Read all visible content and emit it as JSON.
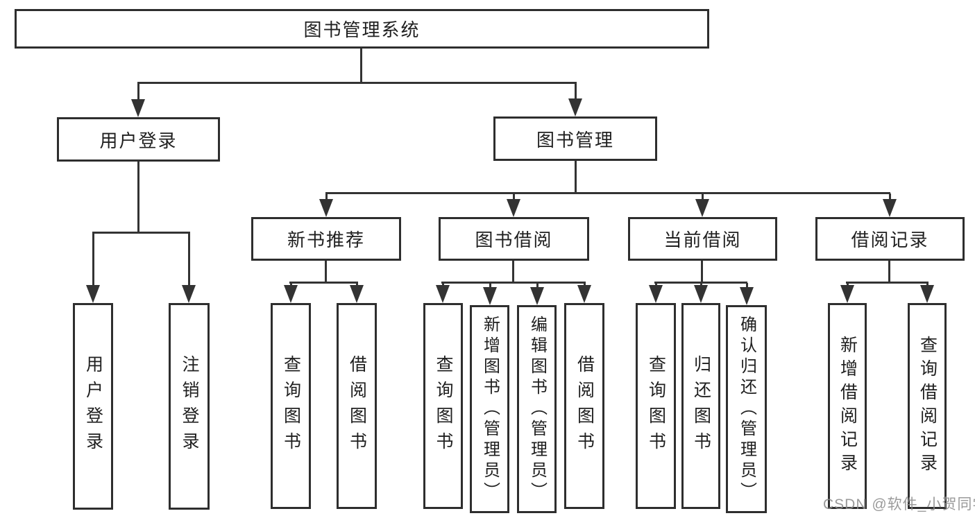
{
  "title": {
    "root": "图书管理系统"
  },
  "level2": {
    "user_login": "用户登录",
    "book_mgmt": "图书管理"
  },
  "level3": {
    "new_books": "新书推荐",
    "borrow": "图书借阅",
    "current": "当前借阅",
    "records": "借阅记录"
  },
  "leaves": {
    "user_login": [
      "用户登录",
      "注销登录"
    ],
    "new_books": [
      "查询图书",
      "借阅图书"
    ],
    "borrow": [
      "查询图书",
      "新增图书（管理员）",
      "编辑图书（管理员）",
      "借阅图书"
    ],
    "current": [
      "查询图书",
      "归还图书",
      "确认归还（管理员）"
    ],
    "records": [
      "新增借阅记录",
      "查询借阅记录"
    ]
  },
  "watermark": "CSDN @软件_小贺同学",
  "colors": {
    "line": "#333333",
    "border": "#2e2e2e",
    "text": "#1f1f1f",
    "watermark": "#8c8c8c",
    "background": "#ffffff"
  }
}
